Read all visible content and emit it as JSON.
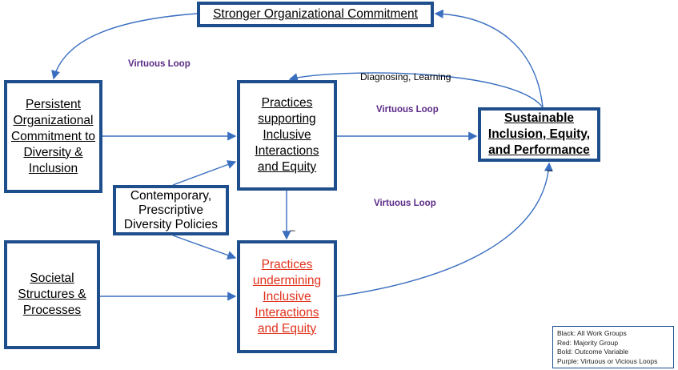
{
  "boxes": {
    "top": "Stronger Organizational Commitment",
    "persistent": "Persistent Organizational Commitment to Diversity & Inclusion",
    "supporting": "Practices supporting Inclusive Interactions and Equity",
    "sustainable": "Sustainable Inclusion, Equity, and Performance",
    "contemporary": "Contemporary, Prescriptive Diversity Policies",
    "societal": "Societal Structures & Processes",
    "undermining": "Practices undermining Inclusive Interactions and Equity"
  },
  "labels": {
    "loop1": "Virtuous Loop",
    "loop2": "Virtuous Loop",
    "loop3": "Virtuous Loop",
    "diagnosing": "Diagnosing, Learning",
    "minus1": "–",
    "minus2": "–"
  },
  "legend": [
    "Black: All Work Groups",
    "Red: Majority Group",
    "Bold: Outcome Variable",
    "Purple: Virtuous or Vicious Loops"
  ],
  "colors": {
    "border": "#1f4e8c",
    "arrow": "#3a6fc0",
    "red": "#e0321c",
    "purple": "#5b2a86"
  }
}
